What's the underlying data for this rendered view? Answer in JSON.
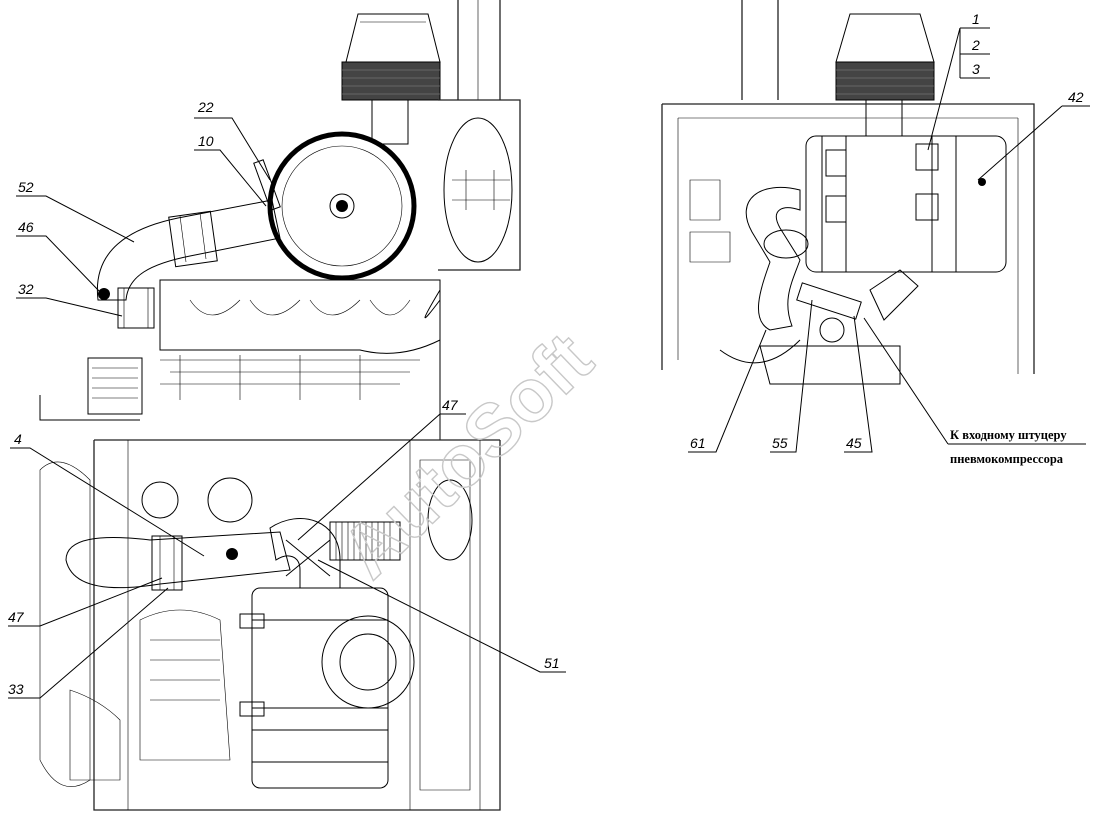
{
  "watermark": "AutoSoft",
  "callouts": {
    "c1": "1",
    "c2": "2",
    "c3": "3",
    "c4": "4",
    "c10": "10",
    "c22": "22",
    "c32": "32",
    "c33": "33",
    "c42": "42",
    "c45": "45",
    "c46": "46",
    "c47a": "47",
    "c47b": "47",
    "c51": "51",
    "c52": "52",
    "c55": "55",
    "c61": "61"
  },
  "note": {
    "line1": "К входному штуцеру",
    "line2": "пневмокомпрессора"
  }
}
